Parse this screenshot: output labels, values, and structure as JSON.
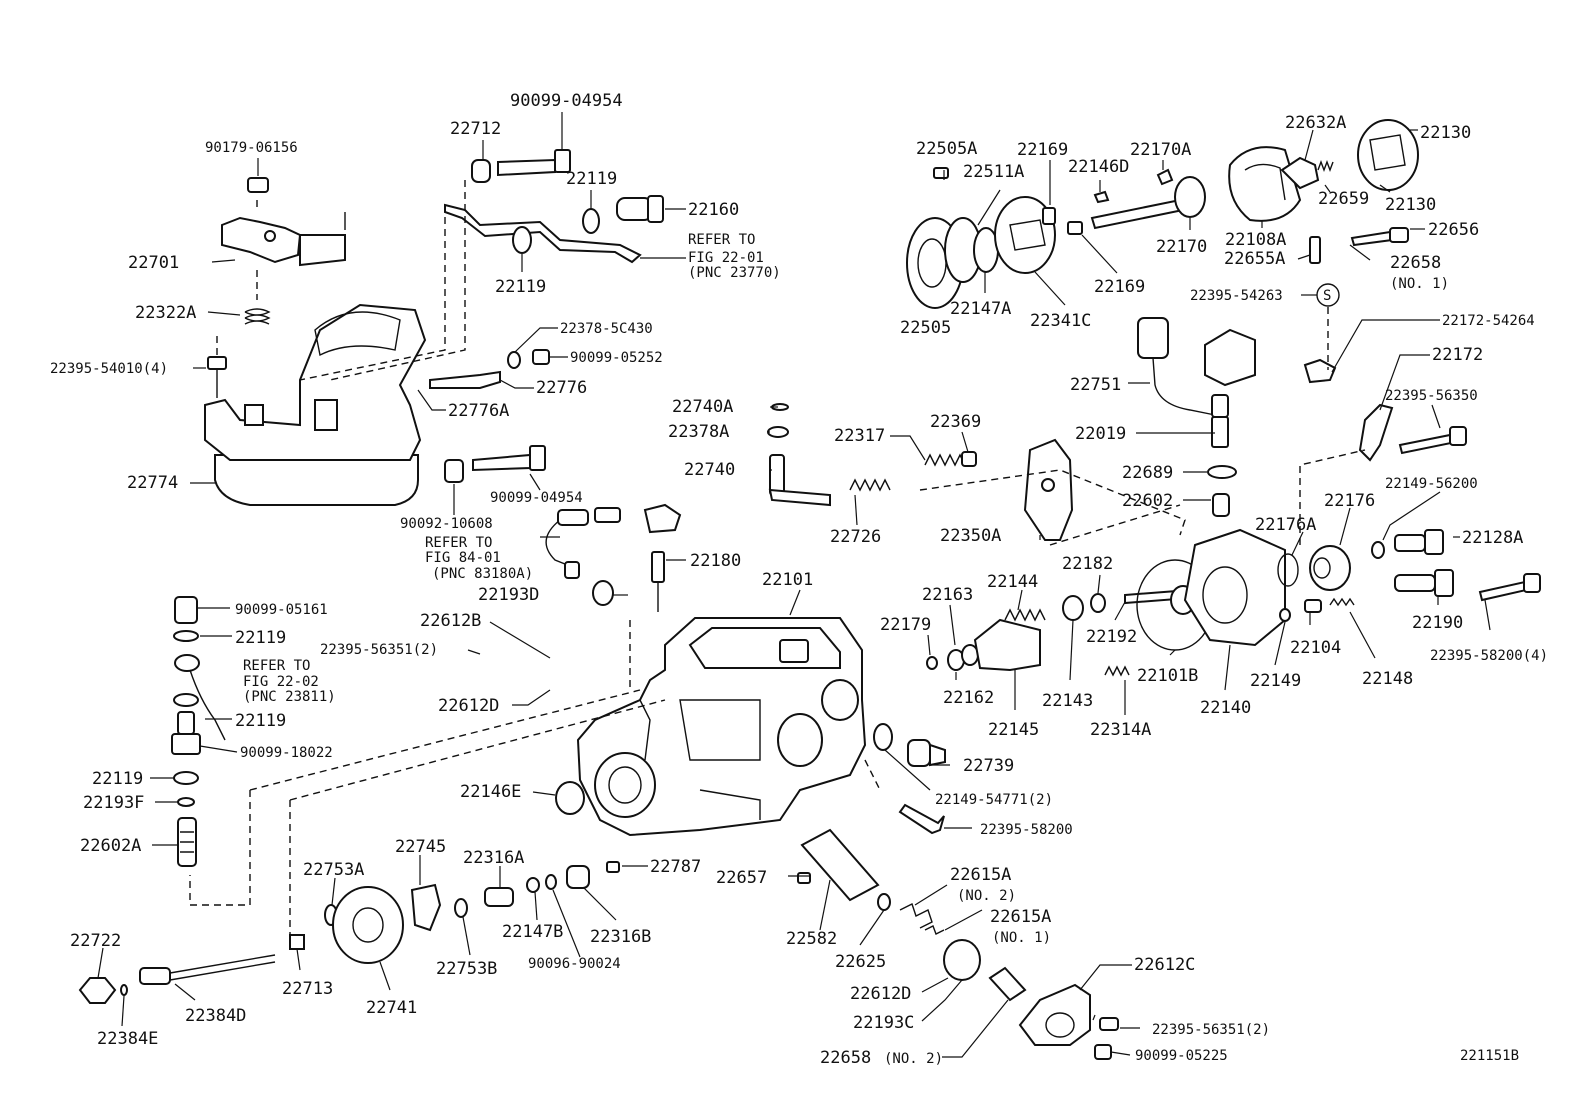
{
  "diagram": {
    "figure_code": "221151B",
    "labels": {
      "p90099_04954_top": "90099-04954",
      "p22712": "22712",
      "p90179_06156": "90179-06156",
      "p22119_a": "22119",
      "p22160": "22160",
      "p22701": "22701",
      "refer1_l1": "REFER TO",
      "refer1_l2": "FIG 22-01",
      "refer1_l3": "(PNC 23770)",
      "p22119_b": "22119",
      "p22322A": "22322A",
      "p22378_5C430": "22378-5C430",
      "p90099_05252": "90099-05252",
      "p22395_54010": "22395-54010(4)",
      "p22776": "22776",
      "p22776A": "22776A",
      "p22774": "22774",
      "p22740A": "22740A",
      "p22378A": "22378A",
      "p22740": "22740",
      "p22317": "22317",
      "p22369": "22369",
      "p22726": "22726",
      "p90099_04954_mid": "90099-04954",
      "p90092_10608": "90092-10608",
      "refer2_l1": "REFER TO",
      "refer2_l2": "FIG 84-01",
      "refer2_l3": "(PNC 83180A)",
      "p22180": "22180",
      "p22193D": "22193D",
      "p22101": "22101",
      "p90099_05161": "90099-05161",
      "p22119_c": "22119",
      "p22395_56351_top": "22395-56351(2)",
      "p22612B": "22612B",
      "refer3_l1": "REFER TO",
      "refer3_l2": "FIG 22-02",
      "refer3_l3": "(PNC 23811)",
      "p22612D_top": "22612D",
      "p22119_d": "22119",
      "p90099_18022": "90099-18022",
      "p22119_e": "22119",
      "p22193F": "22193F",
      "p22146E": "22146E",
      "p22602A": "22602A",
      "p22505A": "22505A",
      "p22169_top": "22169",
      "p22170A": "22170A",
      "p22146D": "22146D",
      "p22511A": "22511A",
      "p22170": "22170",
      "p22169_bot": "22169",
      "p22147A": "22147A",
      "p22505": "22505",
      "p22341C": "22341C",
      "p22632A": "22632A",
      "p22130_top": "22130",
      "p22659": "22659",
      "p22130_bot": "22130",
      "p22108A": "22108A",
      "p22656": "22656",
      "p22655A": "22655A",
      "p22658_no1": "22658",
      "no1_a": "(NO. 1)",
      "p22395_54263": "22395-54263",
      "s_mark": "S",
      "p22172_54264": "22172-54264",
      "p22172": "22172",
      "p22751": "22751",
      "p22019": "22019",
      "p22395_56350": "22395-56350",
      "p22689": "22689",
      "p22602": "22602",
      "p22149_56200": "22149-56200",
      "p22176": "22176",
      "p22176A": "22176A",
      "p22128A": "22128A",
      "p22350A": "22350A",
      "p22182": "22182",
      "p22163": "22163",
      "p22144": "22144",
      "p22179": "22179",
      "p22192": "22192",
      "p22104": "22104",
      "p22190": "22190",
      "p22395_58200_4": "22395-58200(4)",
      "p22162": "22162",
      "p22143": "22143",
      "p22101B": "22101B",
      "p22149": "22149",
      "p22148": "22148",
      "p22140": "22140",
      "p22145": "22145",
      "p22314A": "22314A",
      "p22739": "22739",
      "p22149_54771": "22149-54771(2)",
      "p22395_58200": "22395-58200",
      "p22753A": "22753A",
      "p22745": "22745",
      "p22316A": "22316A",
      "p22787": "22787",
      "p22657": "22657",
      "p22615A_no2": "22615A",
      "no2_a": "(NO. 2)",
      "p22615A_no1": "22615A",
      "no1_b": "(NO. 1)",
      "p22722": "22722",
      "p22147B": "22147B",
      "p22316B": "22316B",
      "p22582": "22582",
      "p22625": "22625",
      "p22612C": "22612C",
      "p22713": "22713",
      "p22753B": "22753B",
      "p90096_90024": "90096-90024",
      "p22612D_bot": "22612D",
      "p22384D": "22384D",
      "p22741": "22741",
      "p22193C": "22193C",
      "p22395_56351_bot": "22395-56351(2)",
      "p22384E": "22384E",
      "p22658_no2": "22658",
      "no2_b": "(NO. 2)",
      "p90099_05225": "90099-05225"
    }
  }
}
